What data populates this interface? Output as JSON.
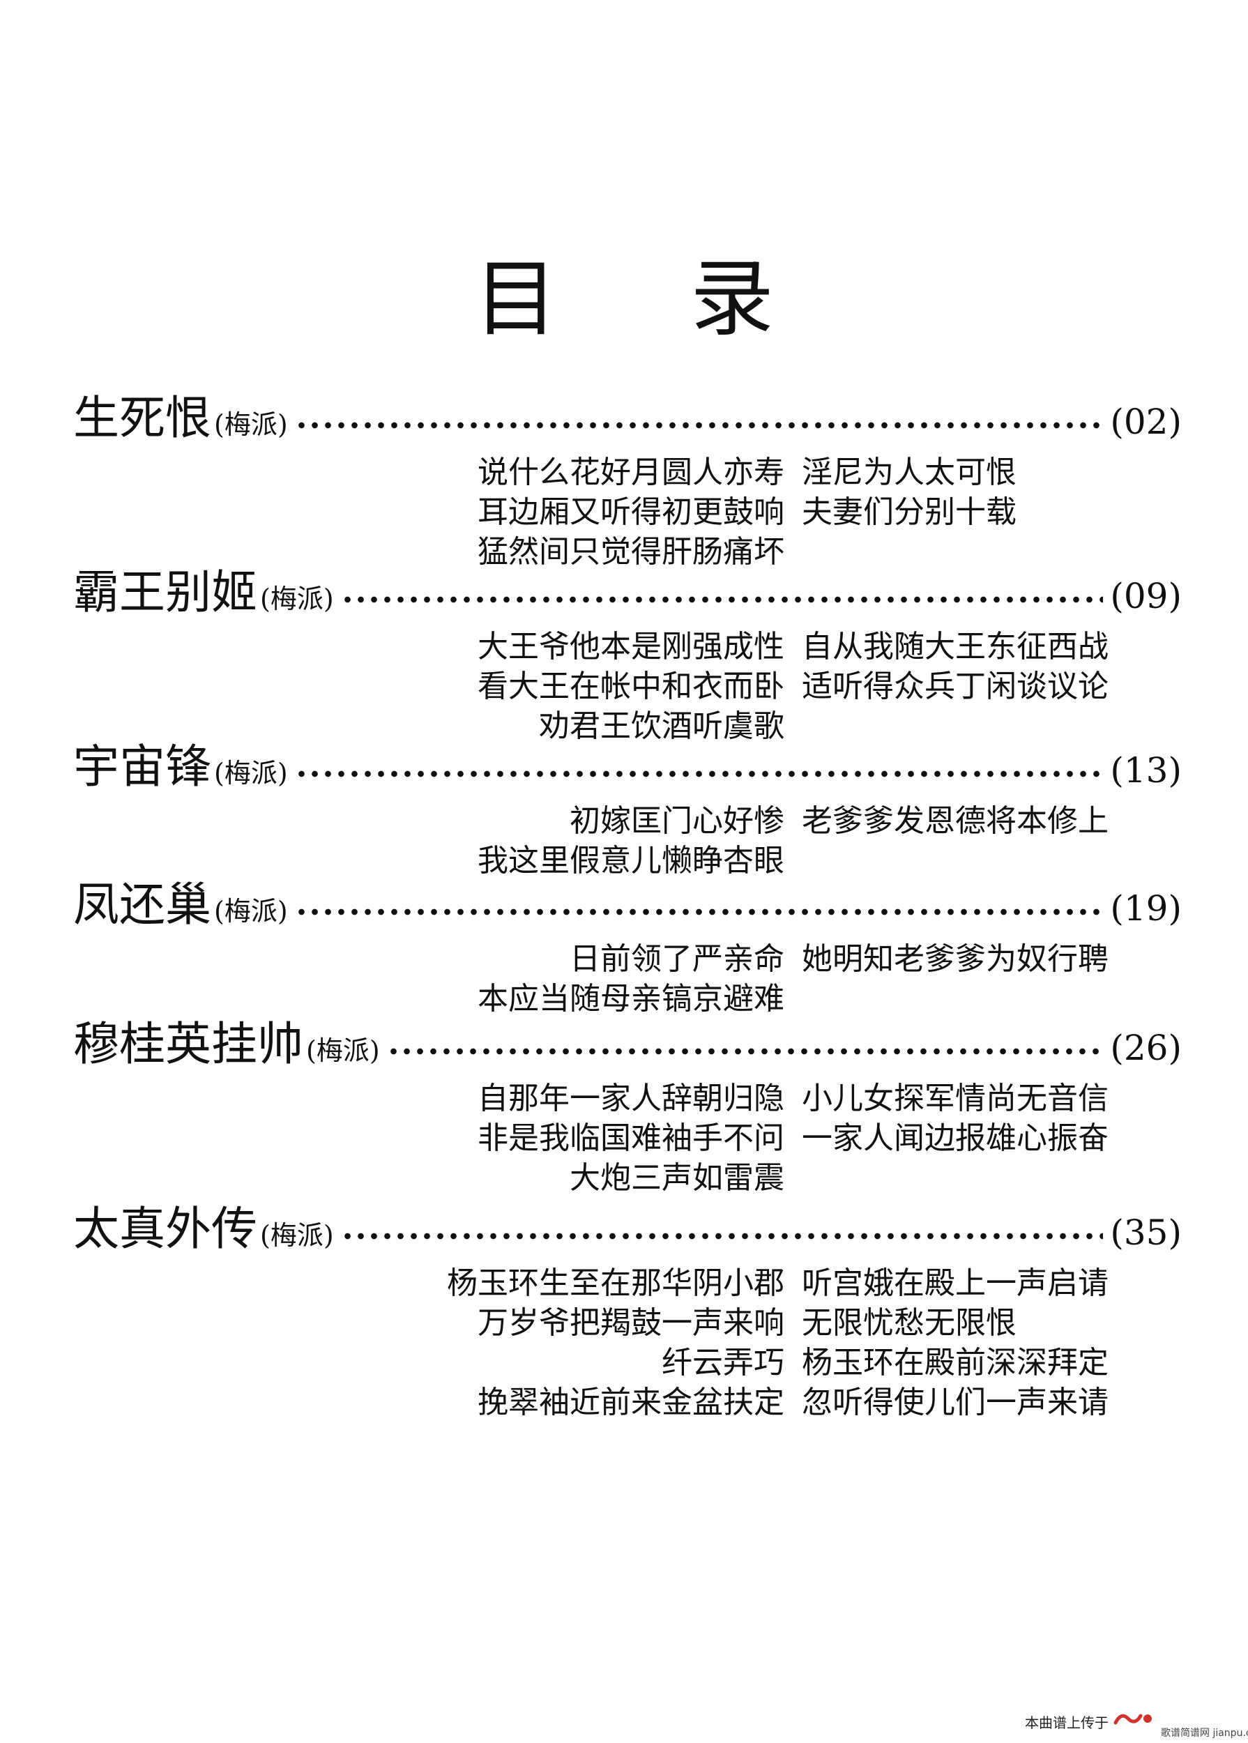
{
  "title": {
    "char1": "目",
    "char2": "录"
  },
  "entries": [
    {
      "title": "生死恨",
      "school": "(梅派)",
      "page": "(02)",
      "lines": [
        {
          "left": "说什么花好月圆人亦寿",
          "right": "淫尼为人太可恨"
        },
        {
          "left": "耳边厢又听得初更鼓响",
          "right": "夫妻们分别十载"
        },
        {
          "left": "猛然间只觉得肝肠痛坏",
          "right": ""
        }
      ]
    },
    {
      "title": "霸王别姬",
      "school": "(梅派)",
      "page": "(09)",
      "lines": [
        {
          "left": "大王爷他本是刚强成性",
          "right": "自从我随大王东征西战"
        },
        {
          "left": "看大王在帐中和衣而卧",
          "right": "适听得众兵丁闲谈议论"
        },
        {
          "left": "劝君王饮酒听虞歌",
          "right": ""
        }
      ]
    },
    {
      "title": "宇宙锋",
      "school": "(梅派)",
      "page": "(13)",
      "lines": [
        {
          "left": "初嫁匡门心好惨",
          "right": "老爹爹发恩德将本修上"
        },
        {
          "left": "我这里假意儿懒睁杏眼",
          "right": ""
        }
      ]
    },
    {
      "title": "凤还巢",
      "school": "(梅派)",
      "page": "(19)",
      "lines": [
        {
          "left": "日前领了严亲命",
          "right": "她明知老爹爹为奴行聘"
        },
        {
          "left": "本应当随母亲镐京避难",
          "right": ""
        }
      ]
    },
    {
      "title": "穆桂英挂帅",
      "school": "(梅派)",
      "page": "(26)",
      "lines": [
        {
          "left": "自那年一家人辞朝归隐",
          "right": "小儿女探军情尚无音信"
        },
        {
          "left": "非是我临国难袖手不问",
          "right": "一家人闻边报雄心振奋"
        },
        {
          "left": "大炮三声如雷震",
          "right": ""
        }
      ]
    },
    {
      "title": "太真外传",
      "school": "(梅派)",
      "page": "(35)",
      "lines": [
        {
          "left": "杨玉环生至在那华阴小郡",
          "right": "听宫娥在殿上一声启请"
        },
        {
          "left": "万岁爷把羯鼓一声来响",
          "right": "无限忧愁无限恨"
        },
        {
          "left": "纤云弄巧",
          "right": "杨玉环在殿前深深拜定"
        },
        {
          "left": "挽翠袖近前来金盆扶定",
          "right": "忽听得使儿们一声来请"
        }
      ]
    }
  ],
  "footer": {
    "upload_text": "本曲谱上传于",
    "site_text": "歌谱简谱网 jianpu.cn",
    "brand_color": "#d0342c"
  }
}
